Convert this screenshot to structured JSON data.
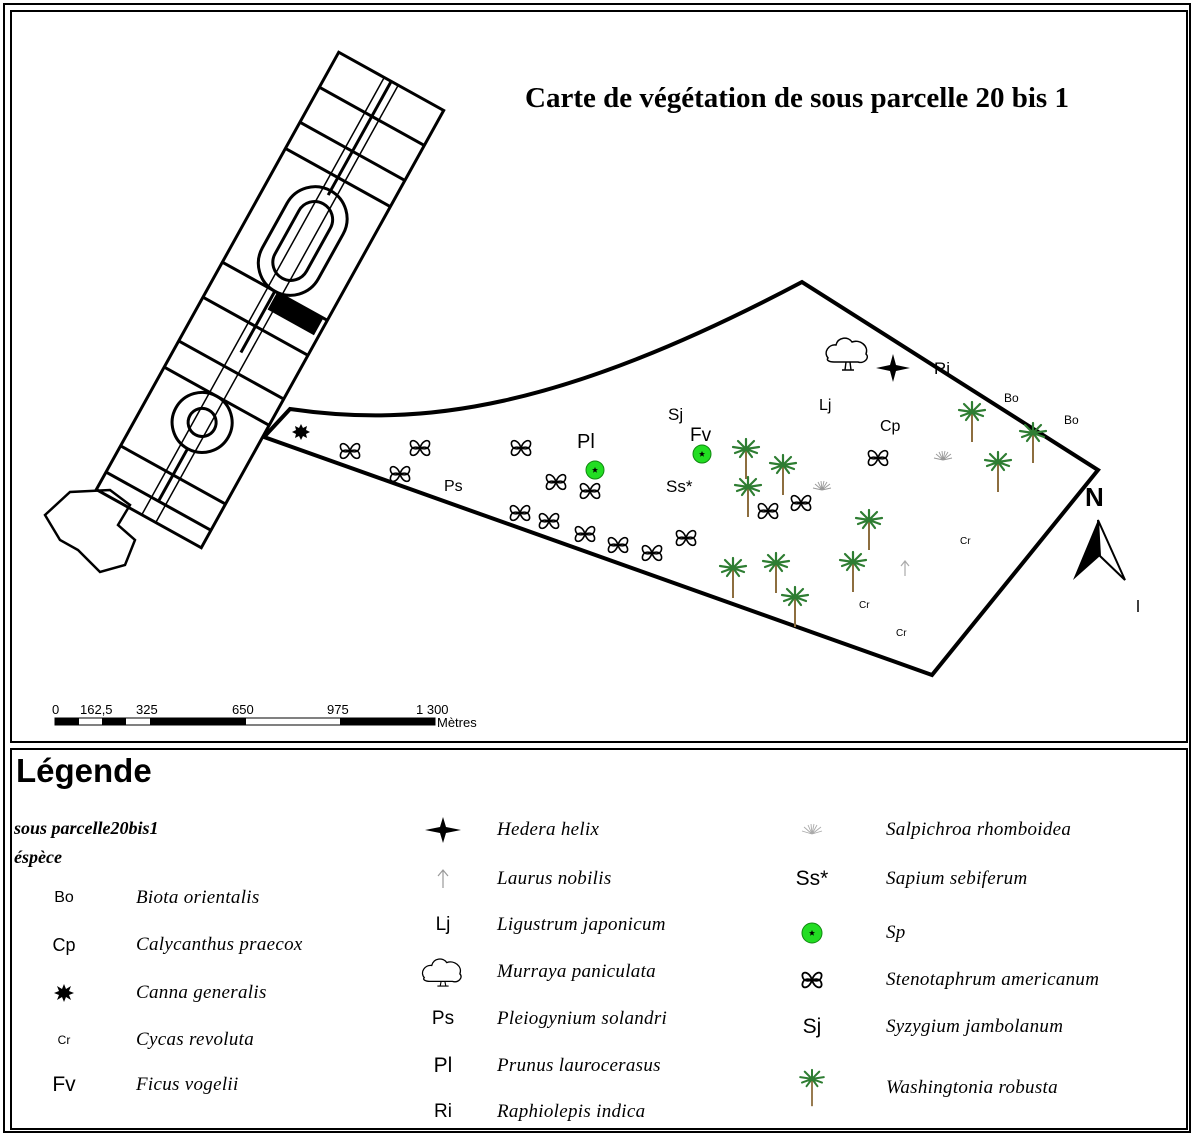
{
  "map": {
    "title": "Carte de végétation de sous parcelle 20 bis 1",
    "north_label": "N",
    "scale_ticks": [
      "0",
      "162,5",
      "325",
      "650",
      "975",
      "1 300"
    ],
    "scale_unit": "Mètres",
    "plot_labels": {
      "Pl": "Pl",
      "Fv": "Fv",
      "Sj": "Sj",
      "Ss": "Ss*",
      "Ps": "Ps",
      "Lj": "Lj",
      "Cp": "Cp",
      "Ri": "Ri",
      "Bo1": "Bo",
      "Bo2": "Bo",
      "Cr1": "Cr",
      "Cr2": "Cr",
      "Cr3": "Cr"
    }
  },
  "legend": {
    "title": "Légende",
    "layer": "sous parcelle20bis1",
    "field": "éspèce",
    "items": [
      {
        "code": "Bo",
        "name": "Biota orientalis",
        "icon": "text-code"
      },
      {
        "code": "Cp",
        "name": "Calycanthus praecox",
        "icon": "text-code"
      },
      {
        "code": "",
        "name": "Canna generalis",
        "icon": "star-burst-icon"
      },
      {
        "code": "Cr",
        "name": "Cycas revoluta",
        "icon": "text-code"
      },
      {
        "code": "Fv",
        "name": "Ficus vogelii",
        "icon": "text-code"
      },
      {
        "code": "",
        "name": "Hedera helix",
        "icon": "four-point-star-icon"
      },
      {
        "code": "",
        "name": "Laurus nobilis",
        "icon": "thin-arrow-icon"
      },
      {
        "code": "Lj",
        "name": "Ligustrum japonicum",
        "icon": "text-code"
      },
      {
        "code": "",
        "name": "Murraya paniculata",
        "icon": "tree-outline-icon"
      },
      {
        "code": "Ps",
        "name": "Pleiogynium solandri",
        "icon": "text-code"
      },
      {
        "code": "Pl",
        "name": "Prunus laurocerasus",
        "icon": "text-code"
      },
      {
        "code": "Ri",
        "name": "Raphiolepis indica",
        "icon": "text-code"
      },
      {
        "code": "",
        "name": "Salpichroa rhomboidea",
        "icon": "grass-tuft-icon"
      },
      {
        "code": "Ss*",
        "name": "Sapium sebiferum",
        "icon": "text-code"
      },
      {
        "code": "",
        "name": "Sp",
        "icon": "green-dot-icon"
      },
      {
        "code": "",
        "name": "Stenotaphrum americanum",
        "icon": "butterfly-icon"
      },
      {
        "code": "Sj",
        "name": "Syzygium jambolanum",
        "icon": "text-code"
      },
      {
        "code": "",
        "name": "Washingtonia robusta",
        "icon": "palm-tree-icon"
      }
    ]
  },
  "colors": {
    "green_dot": "#22dd22",
    "palm_green": "#2e7d32",
    "palm_trunk": "#8d6e3f"
  }
}
